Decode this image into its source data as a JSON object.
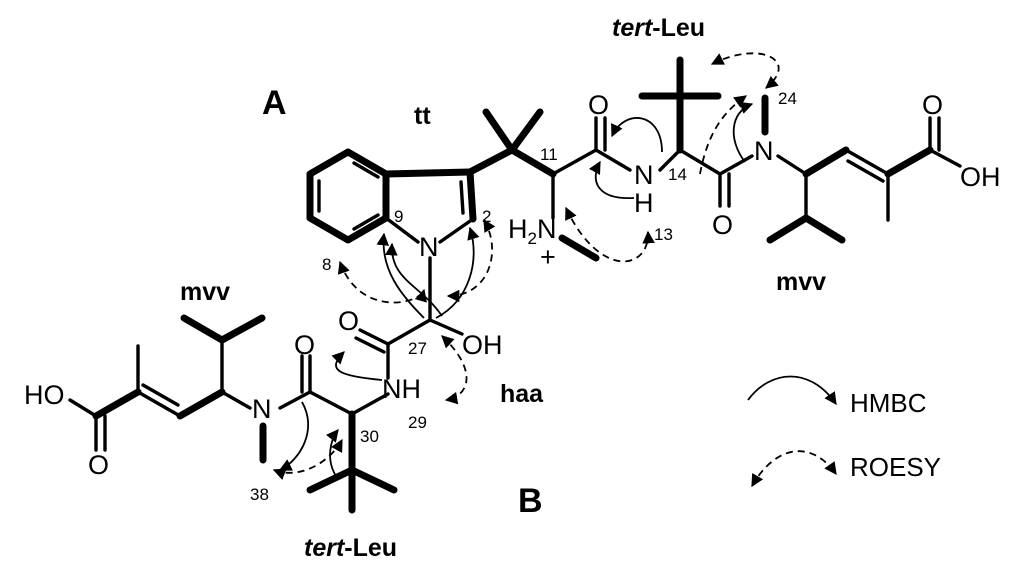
{
  "ring_labels": {
    "a": "A",
    "b": "B"
  },
  "residues": {
    "tt": "tt",
    "mvv_top": "mvv",
    "mvv_bottom": "mvv",
    "haa": "haa",
    "tertleu_top_prefix": "tert",
    "tertleu_top_suffix": "-Leu",
    "tertleu_bottom_prefix": "tert",
    "tertleu_bottom_suffix": "-Leu"
  },
  "atoms": {
    "o_amide_top": "O",
    "n_amide_top": "N",
    "h_amide_top": "H",
    "n_methyl_top": "N",
    "o_carbonyl_24": "O",
    "o_acid_top": "O",
    "oh_acid_top": "OH",
    "n_indole": "N",
    "h2n": "H",
    "h2n_sub": "2",
    "h2n_n": "N",
    "plus": "+",
    "o_haa": "O",
    "oh_haa": "OH",
    "nh_29": "NH",
    "o_amide_bottom": "O",
    "n_methyl_bottom": "N",
    "ho_acid_bottom": "HO",
    "o_acid_bottom": "O"
  },
  "numbers": {
    "n2": "2",
    "n8": "8",
    "n9": "9",
    "n11": "11",
    "n13": "13",
    "n14": "14",
    "n24": "24",
    "n27": "27",
    "n29": "29",
    "n30": "30",
    "n38": "38"
  },
  "legend": {
    "hmbc": "HMBC",
    "roesy": "ROESY"
  }
}
